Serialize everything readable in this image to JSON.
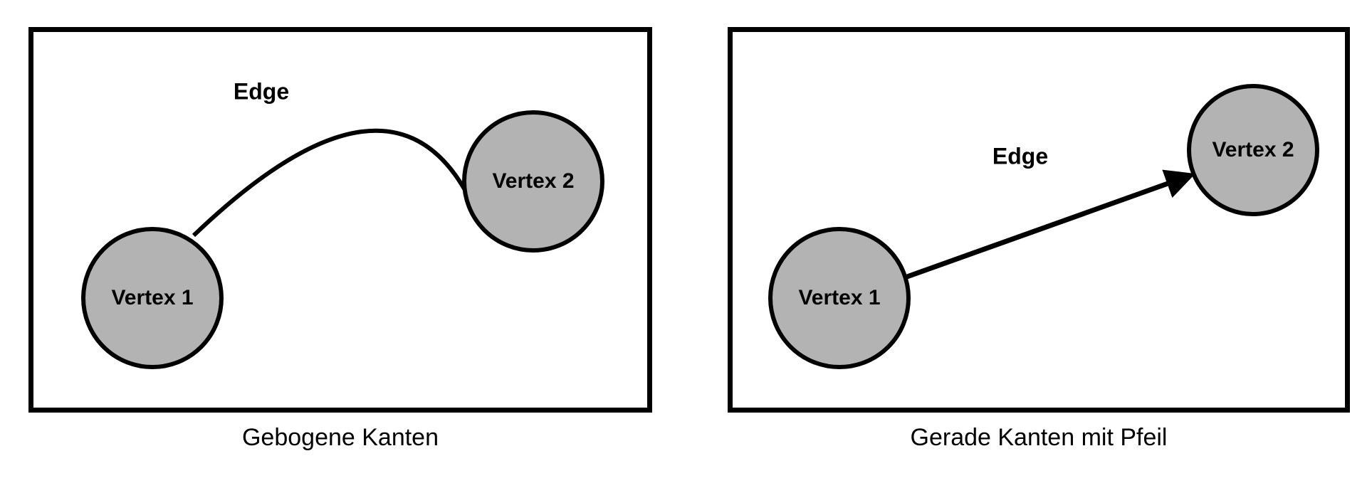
{
  "colors": {
    "background": "#ffffff",
    "node_fill": "#b3b3b3",
    "node_border": "#000000",
    "edge_stroke": "#000000",
    "box_border": "#000000",
    "text": "#000000"
  },
  "panels": [
    {
      "caption": "Gebogene Kanten",
      "nodes": [
        {
          "label": "Vertex 1"
        },
        {
          "label": "Vertex 2"
        }
      ],
      "edge": {
        "label": "Edge",
        "from": "Vertex 1",
        "to": "Vertex 2",
        "style": "curved",
        "arrow": false
      }
    },
    {
      "caption": "Gerade Kanten mit Pfeil",
      "nodes": [
        {
          "label": "Vertex 1"
        },
        {
          "label": "Vertex 2"
        }
      ],
      "edge": {
        "label": "Edge",
        "from": "Vertex 1",
        "to": "Vertex 2",
        "style": "straight",
        "arrow": true
      }
    }
  ]
}
